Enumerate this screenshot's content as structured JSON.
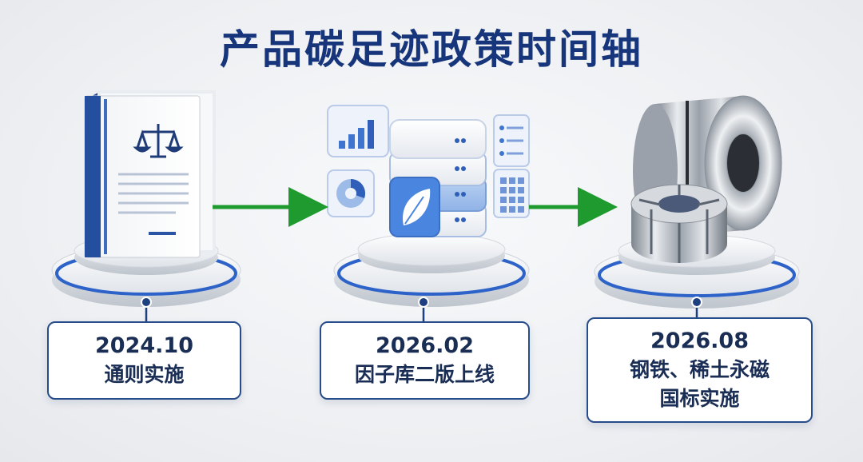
{
  "title": "产品碳足迹政策时间轴",
  "colors": {
    "title": "#17357a",
    "arrow": "#1e9a2e",
    "card_border": "#274c8c",
    "accent_blue": "#2d63c8"
  },
  "milestones": [
    {
      "date": "2024.10",
      "lines": [
        "通则实施"
      ],
      "icon": "law-book-icon"
    },
    {
      "date": "2026.02",
      "lines": [
        "因子库二版上线"
      ],
      "icon": "database-server-icon"
    },
    {
      "date": "2026.08",
      "lines": [
        "钢铁、稀土永磁",
        "国标实施"
      ],
      "icon": "steel-coil-magnet-icon"
    }
  ]
}
